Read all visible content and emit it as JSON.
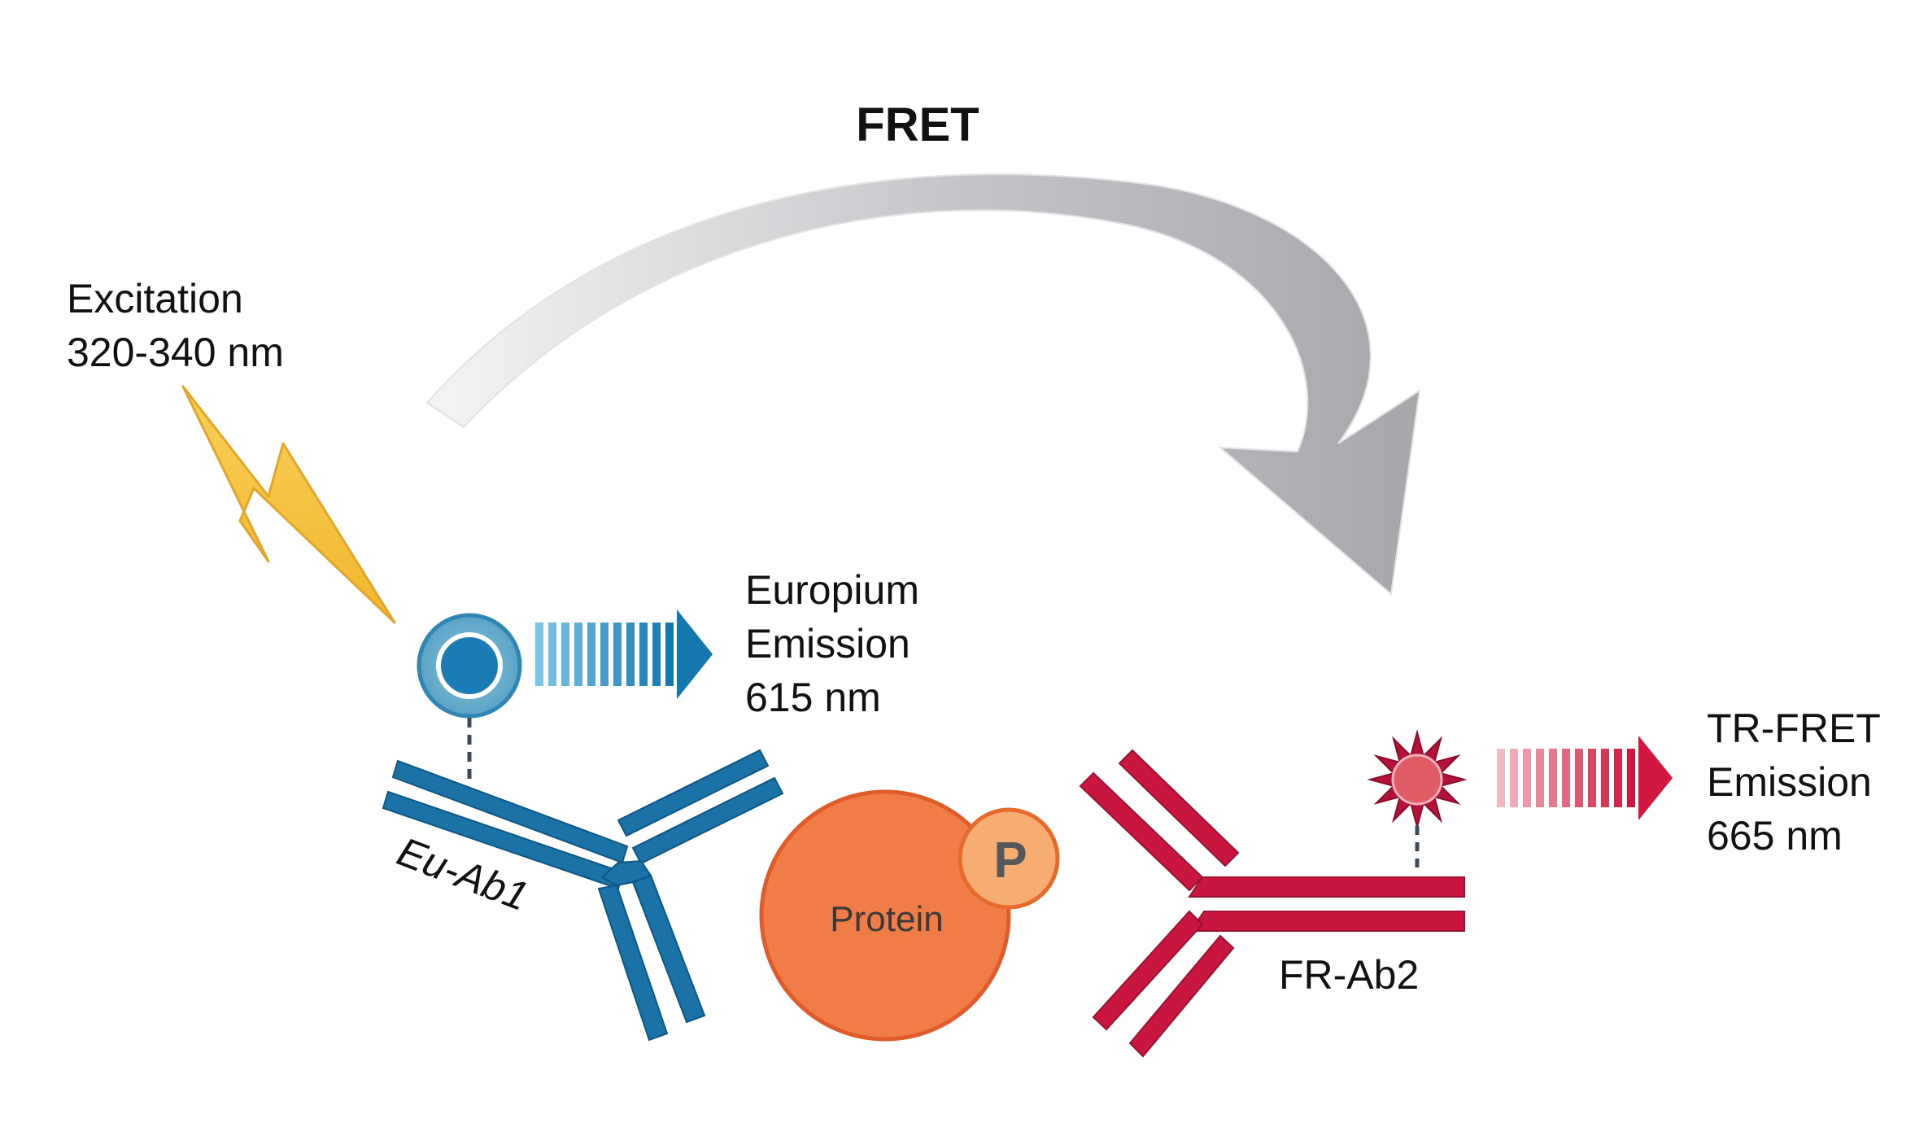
{
  "fret": {
    "title": "FRET"
  },
  "excitation": {
    "line1": "Excitation",
    "line2": "320-340 nm"
  },
  "europium_emission": {
    "line1": "Europium",
    "line2": "Emission",
    "line3": "615 nm"
  },
  "trfret_emission": {
    "line1": "TR-FRET",
    "line2": "Emission",
    "line3": "665 nm"
  },
  "antibody1": {
    "label": "Eu-Ab1"
  },
  "antibody2": {
    "label": "FR-Ab2"
  },
  "protein": {
    "label": "Protein",
    "phospho_label": "P"
  },
  "colors": {
    "antibody1_blue": "#1a72a6",
    "antibody2_red": "#c8163e",
    "protein_orange": "#f07c47",
    "phospho_peach": "#f7ac71",
    "lightning_yellow": "#f5c242",
    "fret_arrow_gray": "#a9abae"
  }
}
